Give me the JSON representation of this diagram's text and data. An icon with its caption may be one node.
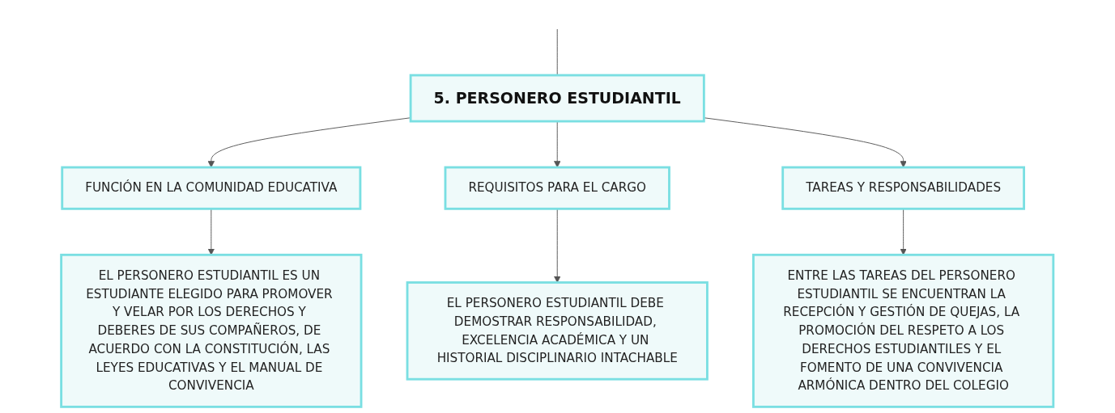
{
  "diagram": {
    "nodes": [
      {
        "text": [
          "5. PERSONERO ESTUDIANTIL"
        ]
      },
      {
        "text": [
          "FUNCIÓN EN LA COMUNIDAD EDUCATIVA"
        ]
      },
      {
        "text": [
          "REQUISITOS PARA EL CARGO"
        ]
      },
      {
        "text": [
          "TAREAS Y RESPONSABILIDADES"
        ]
      },
      {
        "text": [
          "EL PERSONERO ESTUDIANTIL ES UN ESTUDIANTE ELEGIDO PARA PROMOVER Y VELAR POR LOS DERECHOS Y DEBERES DE SUS COMPAÑEROS, DE ACUERDO CON LA CONSTITUCIÓN, LAS LEYES EDUCATIVAS Y EL MANUAL DE CONVIVENCIA"
        ]
      },
      {
        "text": [
          "EL PERSONERO ESTUDIANTIL DEBE DEMOSTRAR RESPONSABILIDAD, EXCELENCIA ACADÉMICA Y UN HISTORIAL DISCIPLINARIO INTACHABLE"
        ]
      },
      {
        "text": [
          "ENTRE LAS TAREAS DEL PERSONERO ESTUDIANTIL SE ENCUENTRAN LA RECEPCIÓN Y GESTIÓN DE QUEJAS, LA PROMOCIÓN DEL RESPETO A LOS DERECHOS ESTUDIANTILES Y EL FOMENTO DE UNA CONVIVENCIA ARMÓNICA DENTRO DEL COLEGIO"
        ]
      }
    ],
    "edges": [
      {
        "from": null,
        "to": 0,
        "arrow": "none"
      },
      {
        "from": 0,
        "to": 1,
        "arrow": "to"
      },
      {
        "from": 0,
        "to": 2,
        "arrow": "to"
      },
      {
        "from": 0,
        "to": 3,
        "arrow": "to"
      },
      {
        "from": 1,
        "to": 4,
        "arrow": "to"
      },
      {
        "from": 2,
        "to": 5,
        "arrow": "to"
      },
      {
        "from": 3,
        "to": 6,
        "arrow": "to"
      }
    ]
  }
}
